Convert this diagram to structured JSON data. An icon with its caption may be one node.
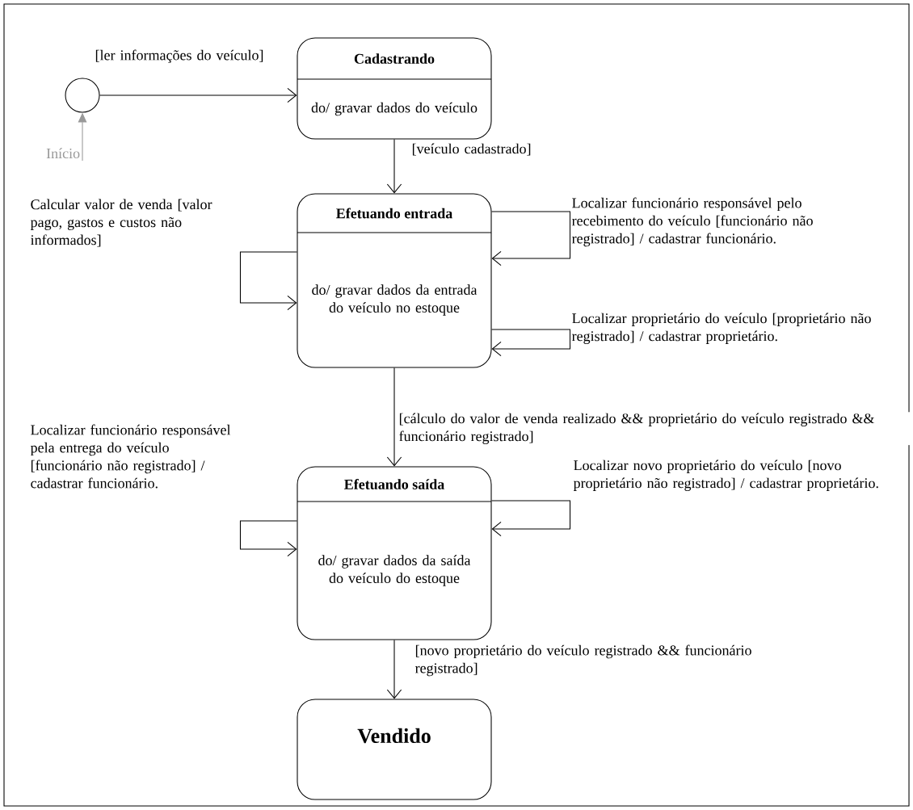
{
  "diagram": {
    "nodes": [
      {
        "text": [],
        "shape": "circle"
      },
      {
        "text": [
          "Início"
        ]
      },
      {
        "text": [
          "Cadastrando",
          "do/ gravar dados do veículo"
        ]
      },
      {
        "text": [
          "Efetuando entrada",
          "do/ gravar dados da entrada do veículo no estoque"
        ]
      },
      {
        "text": [
          "Efetuando saída",
          "do/ gravar dados da saída do veículo do estoque"
        ]
      },
      {
        "text": [
          "Vendido"
        ]
      }
    ],
    "edges": [
      {
        "from": 1,
        "to": 0,
        "arrow": "to",
        "color": "#999999"
      },
      {
        "from": 0,
        "to": 2,
        "arrow": "to",
        "label": "[ler informações do veículo]"
      },
      {
        "from": 2,
        "to": 3,
        "arrow": "to",
        "label": "[veículo cadastrado]"
      },
      {
        "from": 3,
        "to": 3,
        "arrow": "to",
        "label": "Calcular valor de venda [valor pago, gastos e custos não informados]"
      },
      {
        "from": 3,
        "to": 3,
        "arrow": "to",
        "label": "Localizar funcionário responsável pelo recebimento do veículo [funcionário não registrado] / cadastrar funcionário."
      },
      {
        "from": 3,
        "to": 3,
        "arrow": "to",
        "label": "Localizar proprietário do veículo [proprietário não registrado] / cadastrar proprietário."
      },
      {
        "from": 3,
        "to": 4,
        "arrow": "to",
        "label": "[cálculo do valor de venda realizado && proprietário do veículo registrado && funcionário registrado]"
      },
      {
        "from": 4,
        "to": 4,
        "arrow": "to",
        "label": "Localizar funcionário responsável pela entrega do veículo [funcionário não registrado] / cadastrar funcionário."
      },
      {
        "from": 4,
        "to": 4,
        "arrow": "to",
        "label": "Localizar novo proprietário do veículo [novo proprietário não registrado] / cadastrar proprietário."
      },
      {
        "from": 4,
        "to": 5,
        "arrow": "to",
        "label": "[novo proprietário do veículo registrado && funcionário registrado]"
      }
    ]
  }
}
